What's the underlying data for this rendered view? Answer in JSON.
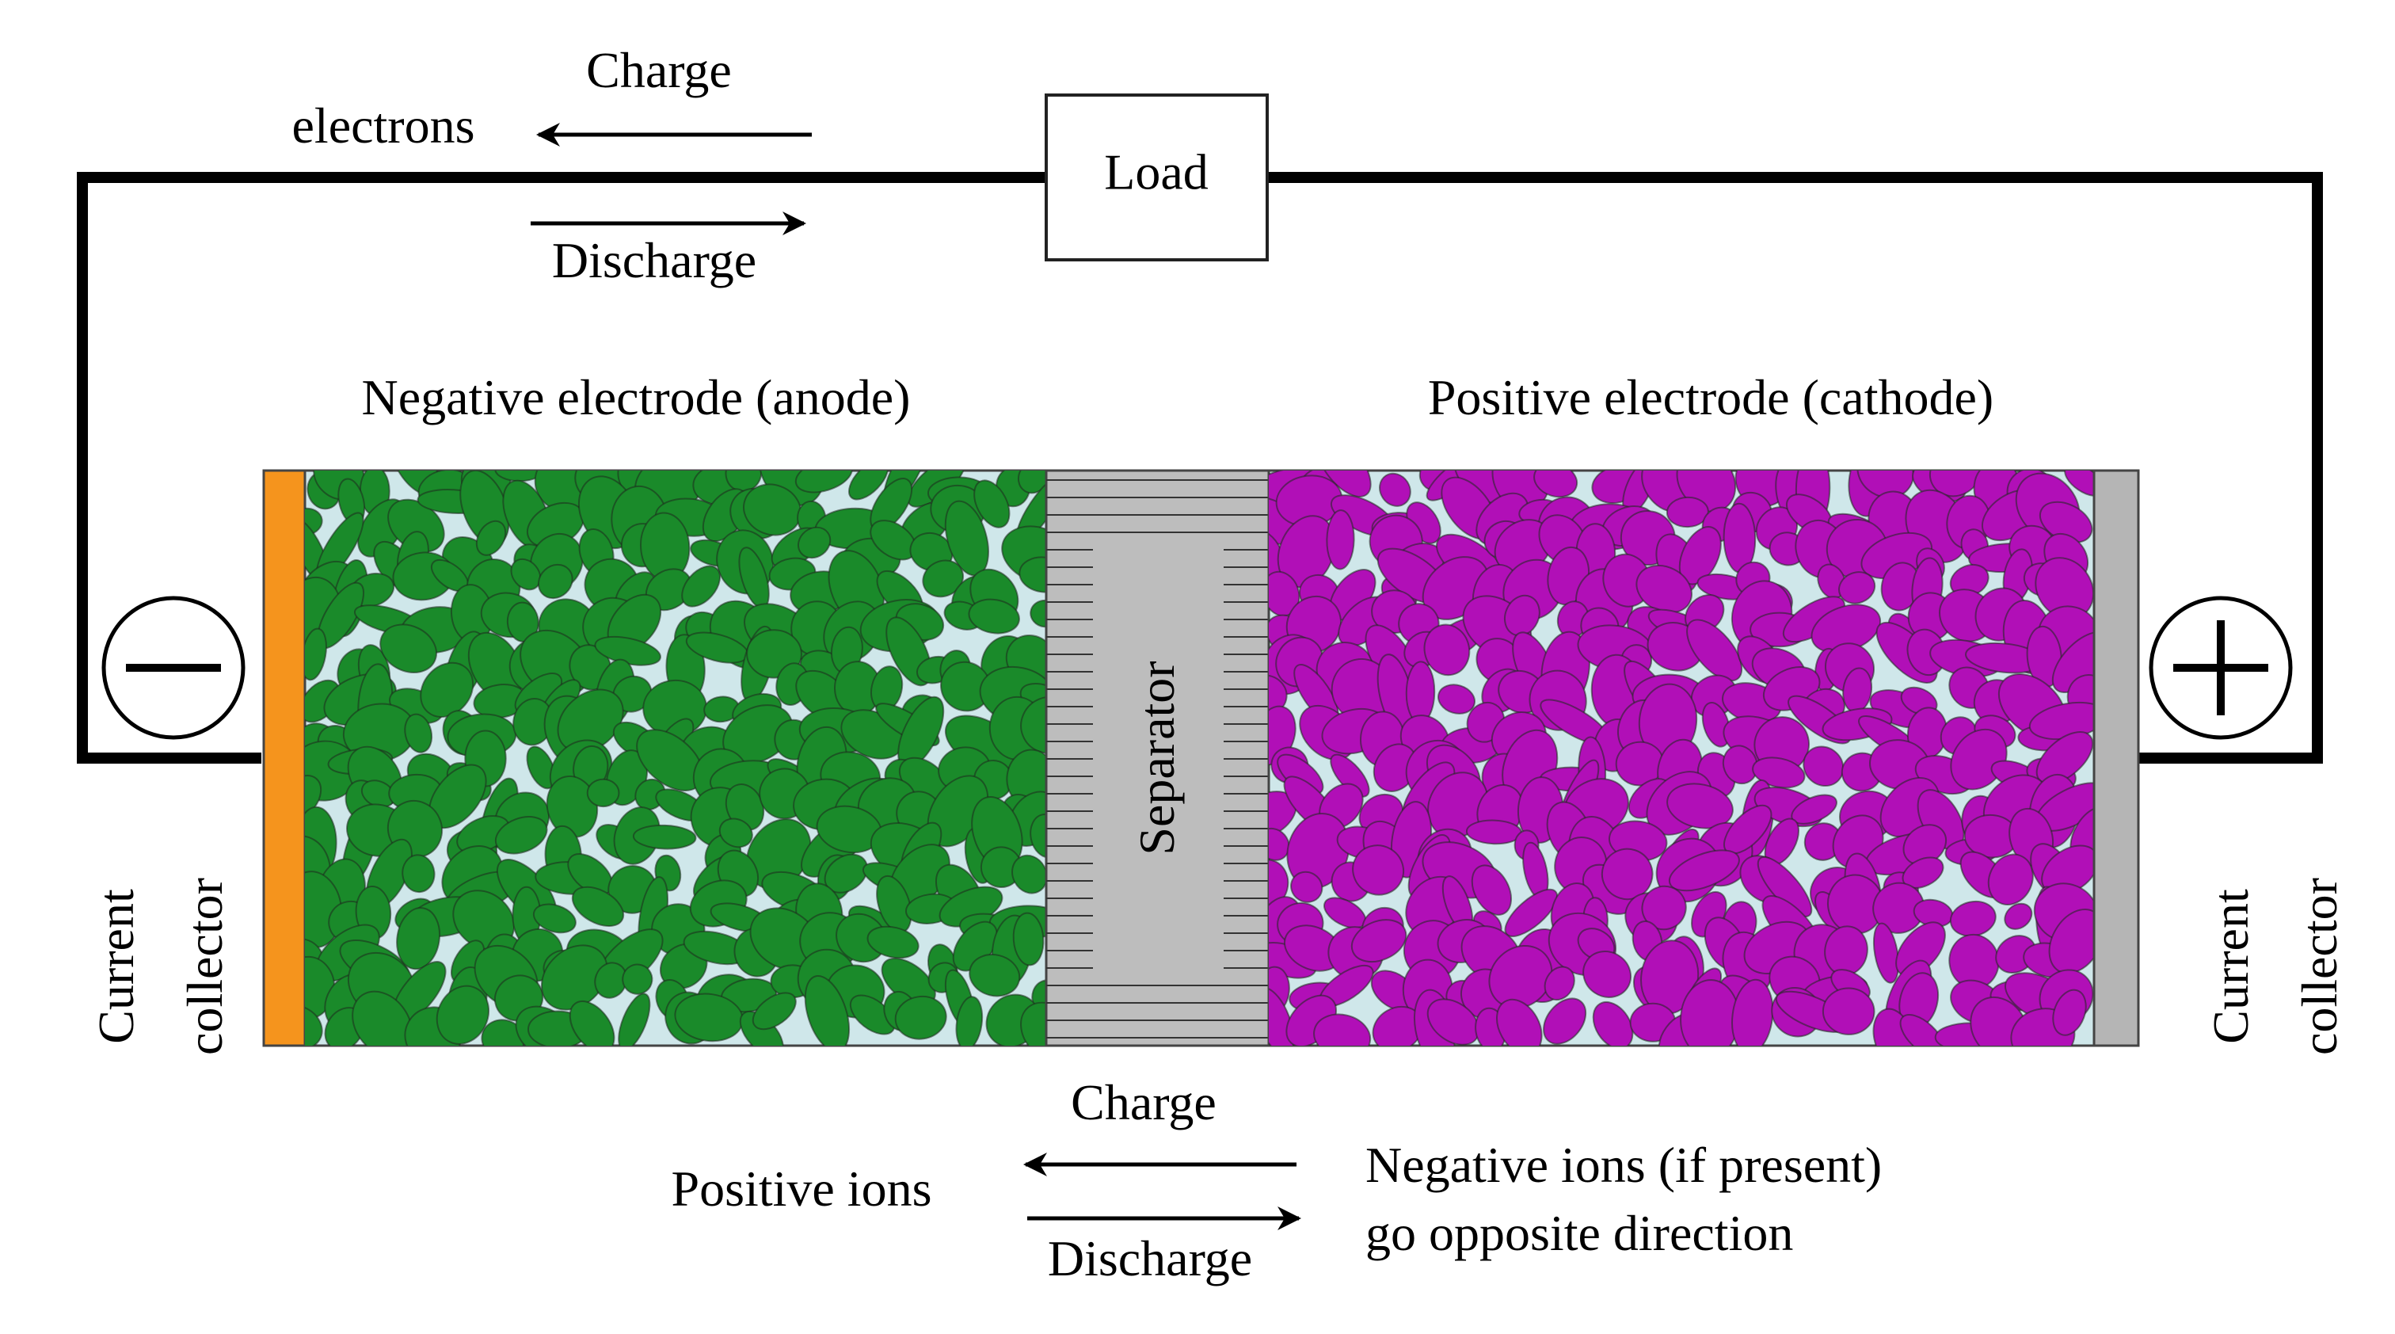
{
  "top_flow": {
    "charge_label": "Charge",
    "electrons_label": "electrons",
    "discharge_label": "Discharge"
  },
  "load": {
    "label": "Load"
  },
  "electrodes": {
    "negative_label": "Negative electrode (anode)",
    "positive_label": "Positive electrode (cathode)"
  },
  "separator": {
    "label": "Separator"
  },
  "collectors": {
    "left": {
      "line1": "Current",
      "line2": "collector"
    },
    "right": {
      "line1": "Current",
      "line2": "collector"
    }
  },
  "terminals": {
    "negative_symbol": "−",
    "positive_symbol": "+"
  },
  "bottom_flow": {
    "charge_label": "Charge",
    "positive_ions_label": "Positive ions",
    "discharge_label": "Discharge",
    "negative_ions_line1": "Negative ions (if present)",
    "negative_ions_line2": "go opposite direction"
  },
  "colors": {
    "anode_particle": "#1a8a2a",
    "cathode_particle": "#b10fb7",
    "electrolyte": "#cfe7ea",
    "separator": "#bdbdbd",
    "left_collector": "#f5941d",
    "right_collector": "#b5b5b5"
  }
}
